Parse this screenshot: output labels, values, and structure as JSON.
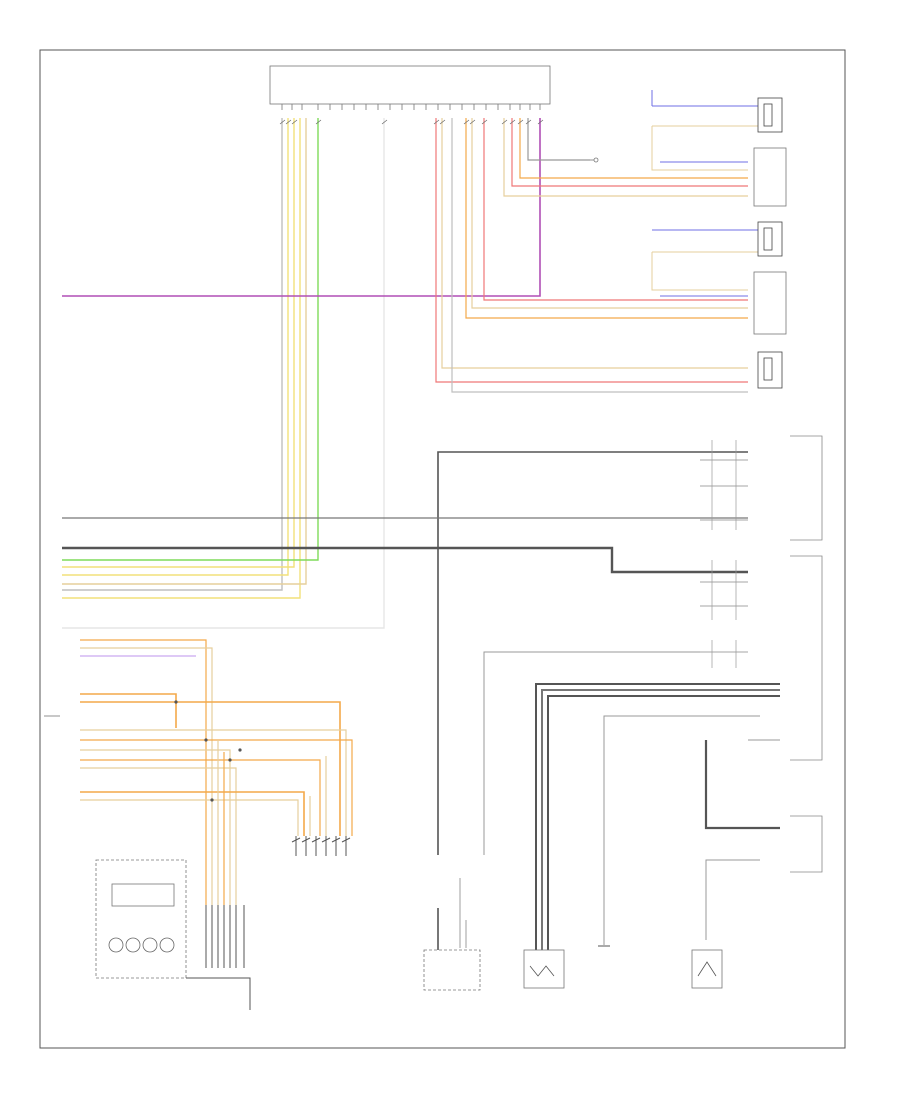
{
  "title": "",
  "footer_code": "",
  "colors": {
    "gray": "#bfbfbf",
    "dark": "#555555",
    "yellow": "#f2e07a",
    "green": "#7fdc5a",
    "violet": "#b14fb5",
    "pink": "#ef7777",
    "orange": "#f3a94a",
    "tan": "#e6cf9c",
    "blue": "#6f6fe6",
    "lightblue": "#a9a9f0",
    "white": "#e6e6e6"
  },
  "components": [
    {
      "id": "top-module",
      "label": ""
    },
    {
      "id": "rf-speaker",
      "label": ""
    },
    {
      "id": "rf-tweeter",
      "label": ""
    },
    {
      "id": "lf-speaker",
      "label": ""
    },
    {
      "id": "lf-tweeter",
      "label": ""
    },
    {
      "id": "rear-speaker",
      "label": ""
    },
    {
      "id": "right-switch",
      "label": ""
    },
    {
      "id": "left-switch",
      "label": ""
    },
    {
      "id": "connector-bottom-left",
      "label": ""
    },
    {
      "id": "fuse-block",
      "label": ""
    },
    {
      "id": "ground-1",
      "label": ""
    },
    {
      "id": "ground-2",
      "label": ""
    },
    {
      "id": "ground-3",
      "label": ""
    },
    {
      "id": "ground-4",
      "label": ""
    }
  ]
}
